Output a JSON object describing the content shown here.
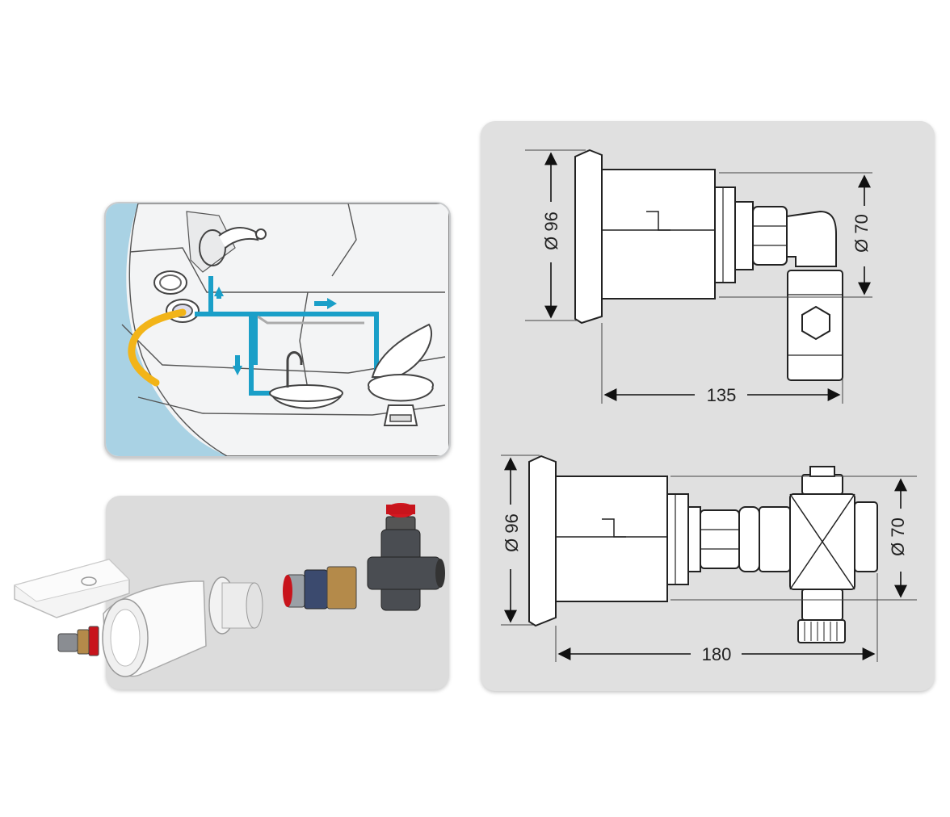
{
  "dimension_top": {
    "diameter_left": "Ø 96",
    "diameter_right": "Ø 70",
    "length": "135"
  },
  "dimension_bottom": {
    "diameter_left": "Ø 96",
    "diameter_right": "Ø 70",
    "length": "180"
  },
  "colors": {
    "water_line": "#1a9fc8",
    "hose": "#f2b418",
    "panel_grey": "#e0e0e0",
    "cap_red": "#c8141c"
  }
}
